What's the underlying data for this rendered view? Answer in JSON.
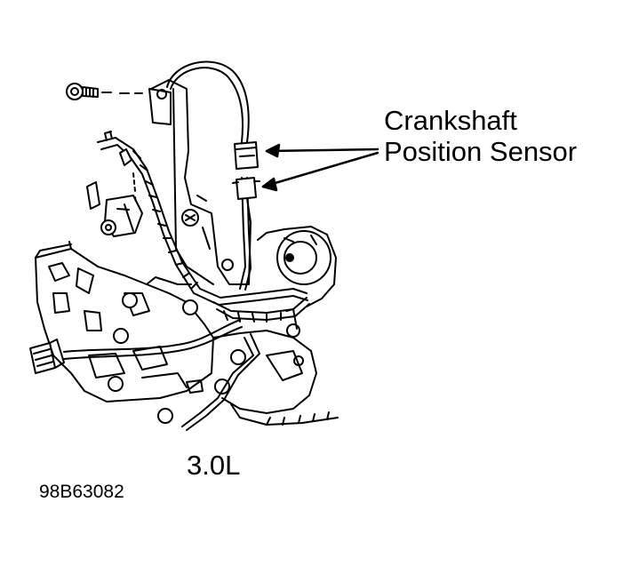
{
  "callout": {
    "line1": "Crankshaft",
    "line2": "Position Sensor"
  },
  "engine_label": "3.0L",
  "figure_id": "98B63082",
  "colors": {
    "ink": "#000000",
    "paper": "#ffffff"
  }
}
